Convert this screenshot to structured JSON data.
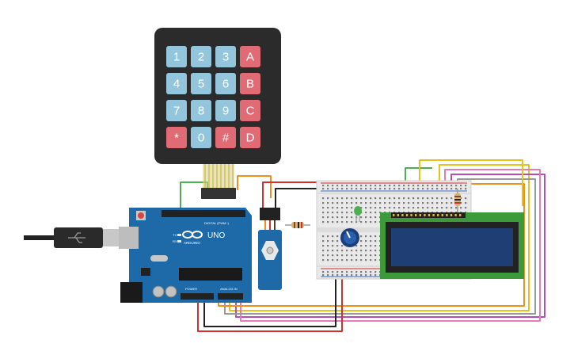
{
  "keypad": {
    "keys": [
      {
        "label": "1",
        "kind": "num"
      },
      {
        "label": "2",
        "kind": "num"
      },
      {
        "label": "3",
        "kind": "num"
      },
      {
        "label": "A",
        "kind": "letter"
      },
      {
        "label": "4",
        "kind": "num"
      },
      {
        "label": "5",
        "kind": "num"
      },
      {
        "label": "6",
        "kind": "num"
      },
      {
        "label": "B",
        "kind": "letter"
      },
      {
        "label": "7",
        "kind": "num"
      },
      {
        "label": "8",
        "kind": "num"
      },
      {
        "label": "9",
        "kind": "num"
      },
      {
        "label": "C",
        "kind": "letter"
      },
      {
        "label": "*",
        "kind": "letter"
      },
      {
        "label": "0",
        "kind": "num"
      },
      {
        "label": "#",
        "kind": "letter"
      },
      {
        "label": "D",
        "kind": "letter"
      }
    ],
    "colors": {
      "num": "#93c6dc",
      "letter": "#e06b74",
      "body": "#2b2b2b"
    }
  },
  "arduino": {
    "logo_text": "UNO",
    "brand_text": "ARDUINO",
    "digital_label": "DIGITAL (PWM~)",
    "power_label": "POWER",
    "analog_label": "ANALOG IN",
    "tx_label": "TX",
    "rx_label": "RX",
    "board_color": "#1e6aa8"
  },
  "lcd": {
    "screen_color": "#1f3e73",
    "board_color": "#3d9a3a"
  },
  "wire_colors": {
    "red": "#d0312d",
    "black": "#222222",
    "green": "#4caf50",
    "orange": "#f0901a",
    "yellow": "#e8c21a",
    "purple": "#b34fb3",
    "gray": "#9a9a9a",
    "pink": "#e77ab5"
  }
}
